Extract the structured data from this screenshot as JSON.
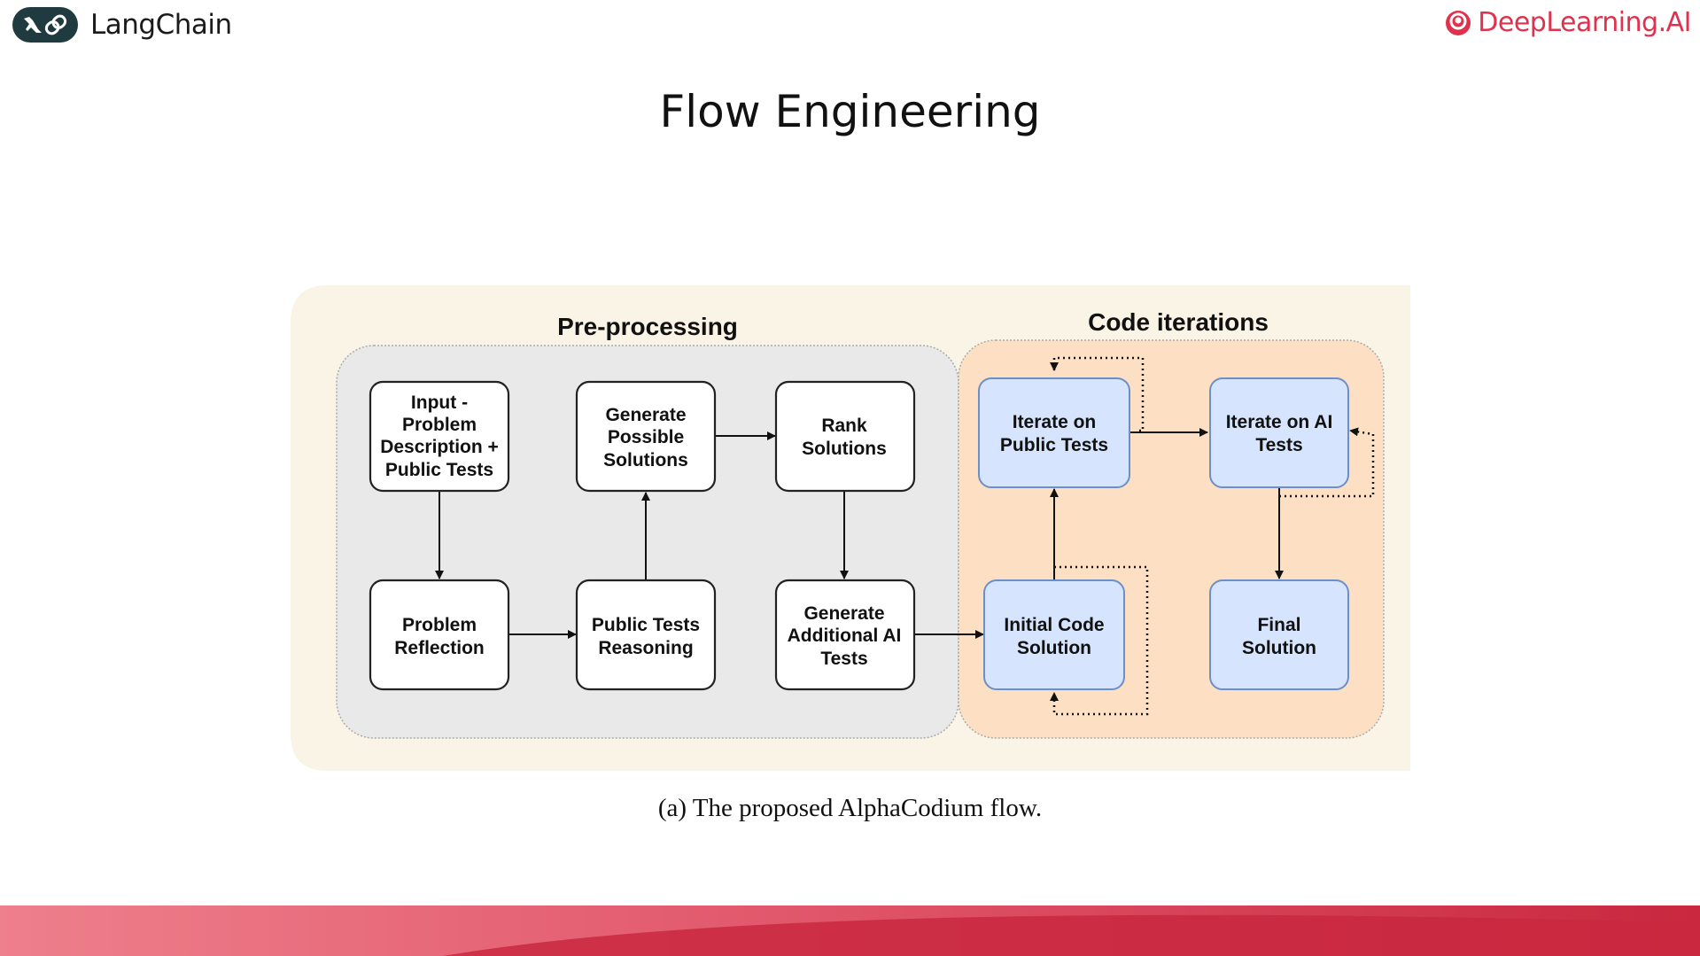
{
  "header": {
    "left_logo_text": "LangChain",
    "right_logo_text": "DeepLearning.AI"
  },
  "slide": {
    "title": "Flow Engineering",
    "caption": "(a) The proposed AlphaCodium flow."
  },
  "diagram": {
    "groups": {
      "preprocessing": "Pre-processing",
      "code_iterations": "Code iterations"
    },
    "nodes": {
      "input": [
        "Input -",
        "Problem",
        "Description +",
        "Public Tests"
      ],
      "generate_solutions": [
        "Generate",
        "Possible",
        "Solutions"
      ],
      "rank": [
        "Rank",
        "Solutions"
      ],
      "reflection": [
        "Problem",
        "Reflection"
      ],
      "public_reasoning": [
        "Public Tests",
        "Reasoning"
      ],
      "generate_ai_tests": [
        "Generate",
        "Additional AI",
        "Tests"
      ],
      "iterate_public": [
        "Iterate on",
        "Public Tests"
      ],
      "iterate_ai": [
        "Iterate on AI",
        "Tests"
      ],
      "initial_code": [
        "Initial Code",
        "Solution"
      ],
      "final": [
        "Final",
        "Solution"
      ]
    }
  },
  "colors": {
    "brand_red": "#e0314d",
    "langchain_dark": "#1f3b3f",
    "outer_bg": "#f9f4e6",
    "preprocess_bg": "#e9e9e9",
    "code_iter_bg": "#fde0c4",
    "node_blue": "#d6e4fd",
    "node_white": "#ffffff"
  }
}
